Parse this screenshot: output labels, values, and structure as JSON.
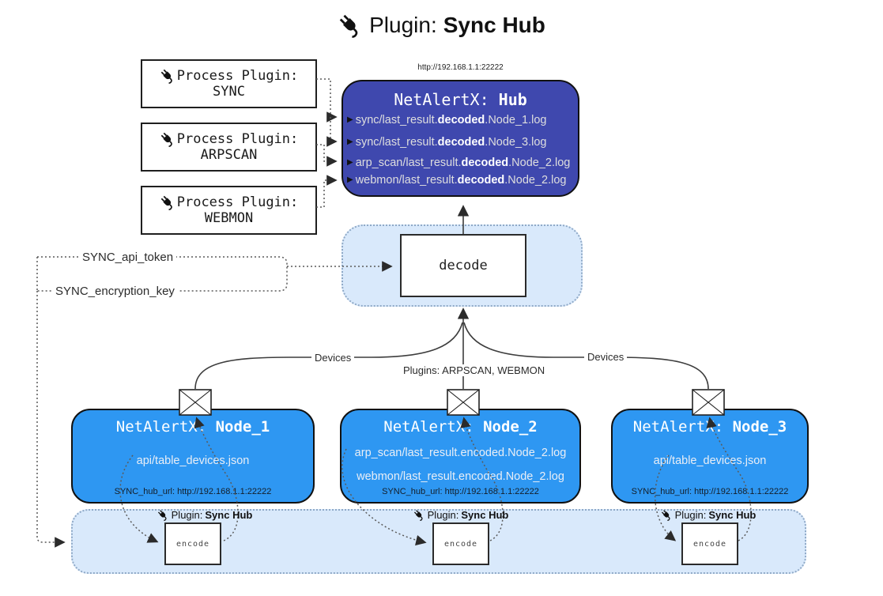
{
  "title": {
    "prefix": "Plugin: ",
    "bold": "Sync Hub"
  },
  "process_plugins": [
    {
      "label": "Process Plugin:",
      "name": "SYNC"
    },
    {
      "label": "Process Plugin:",
      "name": "ARPSCAN"
    },
    {
      "label": "Process Plugin:",
      "name": "WEBMON"
    }
  ],
  "hub": {
    "url": "http://192.168.1.1:22222",
    "title_prefix": "NetAlertX: ",
    "title_bold": "Hub",
    "logs": [
      {
        "pre": "sync/last_result.",
        "bold": "decoded",
        "post": ".Node_1.log"
      },
      {
        "pre": "sync/last_result.",
        "bold": "decoded",
        "post": ".Node_3.log"
      },
      {
        "pre": "arp_scan/last_result.",
        "bold": "decoded",
        "post": ".Node_2.log"
      },
      {
        "pre": "webmon/last_result.",
        "bold": "decoded",
        "post": ".Node_2.log"
      }
    ]
  },
  "decode": {
    "label": "decode"
  },
  "secrets": {
    "api_token": "SYNC_api_token",
    "encryption_key": "SYNC_encryption_key"
  },
  "edges": {
    "devices_left": "Devices",
    "devices_right": "Devices",
    "plugins": "Plugins: ARPSCAN, WEBMON"
  },
  "nodes": [
    {
      "title_prefix": "NetAlertX: ",
      "title_bold": "Node_1",
      "lines": [
        "api/table_devices.json"
      ],
      "hub_url": "SYNC_hub_url: http://192.168.1.1:22222"
    },
    {
      "title_prefix": "NetAlertX: ",
      "title_bold": "Node_2",
      "lines": [
        "arp_scan/last_result.encoded.Node_2.log",
        "webmon/last_result.encoded.Node_2.log"
      ],
      "hub_url": "SYNC_hub_url: http://192.168.1.1:22222"
    },
    {
      "title_prefix": "NetAlertX: ",
      "title_bold": "Node_3",
      "lines": [
        "api/table_devices.json"
      ],
      "hub_url": "SYNC_hub_url: http://192.168.1.1:22222"
    }
  ],
  "encoders": [
    {
      "plugin_prefix": "Plugin: ",
      "plugin_bold": "Sync Hub",
      "label": "encode"
    },
    {
      "plugin_prefix": "Plugin: ",
      "plugin_bold": "Sync Hub",
      "label": "encode"
    },
    {
      "plugin_prefix": "Plugin: ",
      "plugin_bold": "Sync Hub",
      "label": "encode"
    }
  ],
  "icons": {
    "plug": "plug-icon",
    "envelope": "envelope-icon",
    "log_marker": "▶"
  },
  "colors": {
    "hub_fill": "#3f48ae",
    "node_fill": "#2e97f2",
    "container_fill": "#d9e9fb",
    "container_border": "#8fa9c7",
    "box_border": "#1f1f1f",
    "connector": "#4a4a4a",
    "text_light": "#e9eef6",
    "text_dark": "#1a1a1a"
  }
}
